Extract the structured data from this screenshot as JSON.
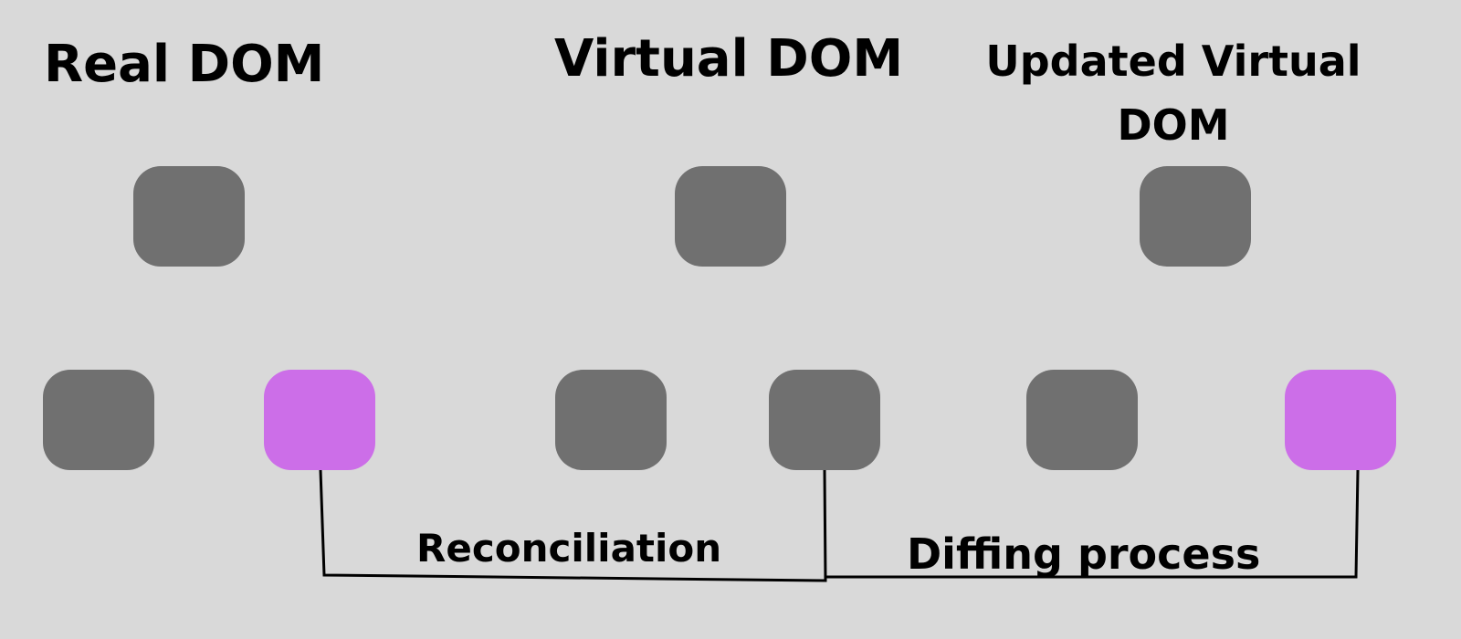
{
  "titles": {
    "real_dom": "Real DOM",
    "virtual_dom": "Virtual DOM",
    "updated_virtual_dom": "Updated Virtual DOM"
  },
  "edge_labels": {
    "reconciliation": "Reconciliation",
    "diffing": "Diffing process"
  },
  "colors": {
    "background": "#d9d9d9",
    "node": "#707070",
    "changed_node": "#cc6ee8",
    "line": "#000000"
  }
}
